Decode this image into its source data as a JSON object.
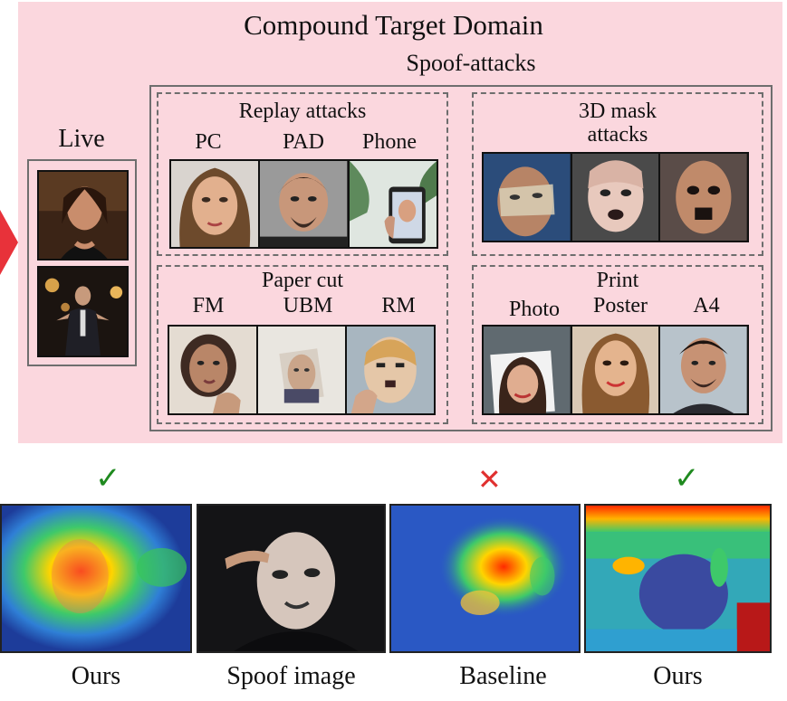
{
  "title": "Compound Target Domain",
  "spoof_header": "Spoof-attacks",
  "live": {
    "label": "Live"
  },
  "groups": {
    "replay": {
      "title": "Replay attacks",
      "labels": [
        "PC",
        "PAD",
        "Phone"
      ]
    },
    "mask": {
      "title_line1": "3D mask",
      "title_line2": "attacks"
    },
    "papercut": {
      "title": "Paper cut",
      "labels": [
        "FM",
        "UBM",
        "RM"
      ]
    },
    "print": {
      "title": "Print",
      "labels": [
        "Photo",
        "Poster",
        "A4"
      ]
    }
  },
  "bottom": {
    "captions": [
      "Ours",
      "Spoof image",
      "Baseline",
      "Ours"
    ],
    "marks": [
      "✓",
      "✕",
      "✓"
    ]
  },
  "colors": {
    "panel": "#fbd7de",
    "arrow": "#e8323a",
    "check": "#1f8a1f",
    "cross": "#e0302f"
  }
}
